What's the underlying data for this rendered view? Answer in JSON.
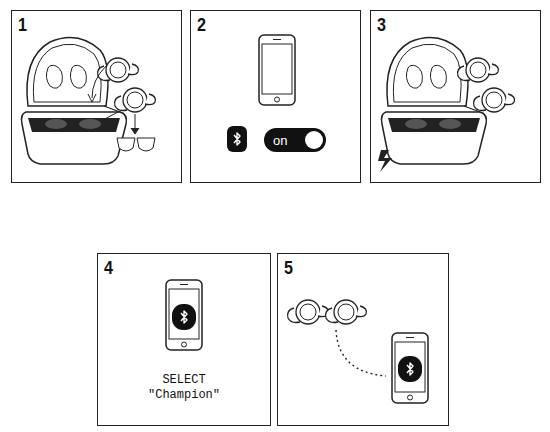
{
  "diagram": {
    "nodes": [
      {
        "text": [
          "1"
        ]
      },
      {
        "text": [
          "2"
        ]
      },
      {
        "text": [
          "on"
        ],
        "in": 1
      },
      {
        "text": [
          "3"
        ]
      },
      {
        "text": [
          "4",
          "SELECT \"Champion\""
        ]
      },
      {
        "text": [
          "5"
        ]
      }
    ]
  }
}
